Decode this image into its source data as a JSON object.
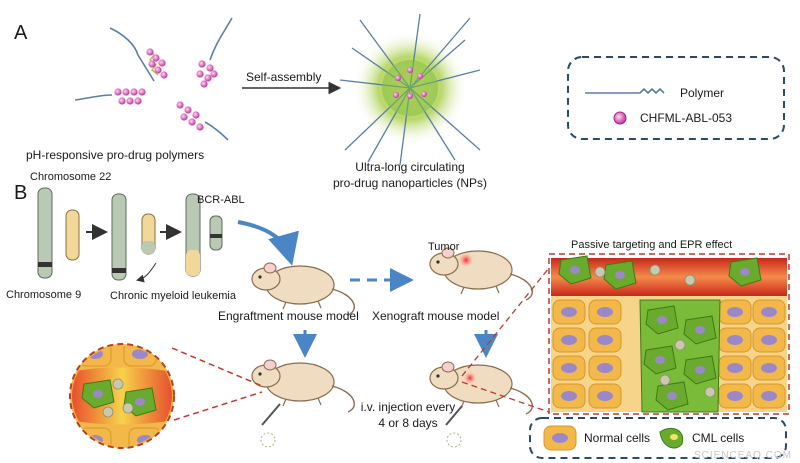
{
  "panel_a": {
    "letter": "A",
    "polymers_caption": "pH-responsive pro-drug polymers",
    "arrow_label": "Self-assembly",
    "np_caption_line1": "Ultra-long circulating",
    "np_caption_line2": "pro-drug nanoparticles (NPs)",
    "legend": {
      "polymer": "Polymer",
      "drug": "CHFML-ABL-053"
    }
  },
  "panel_b": {
    "letter": "B",
    "chr22": "Chromosome 22",
    "chr9": "Chromosome 9",
    "bcr_abl": "BCR-ABL",
    "cml": "Chronic myeloid leukemia",
    "tumor": "Tumor",
    "engraft": "Engraftment mouse model",
    "xenograft": "Xenograft mouse model",
    "epr_title": "Passive targeting and EPR effect",
    "injection_line1": "i.v. injection every",
    "injection_line2": "4 or 8 days",
    "legend": {
      "normal": "Normal cells",
      "cml": "CML cells"
    }
  },
  "colors": {
    "polymer_line": "#5a7fa6",
    "drug_bead": "#d94fb0",
    "legend_border": "#2a4b6b",
    "vessel_red": "#d93a2b",
    "normal_cell": "#f3b84a",
    "nucleus": "#9b88c9",
    "cml_cell": "#6aaa2c",
    "mouse": "#f0dcc0"
  },
  "watermark": "SCIENCEAQ.COM"
}
